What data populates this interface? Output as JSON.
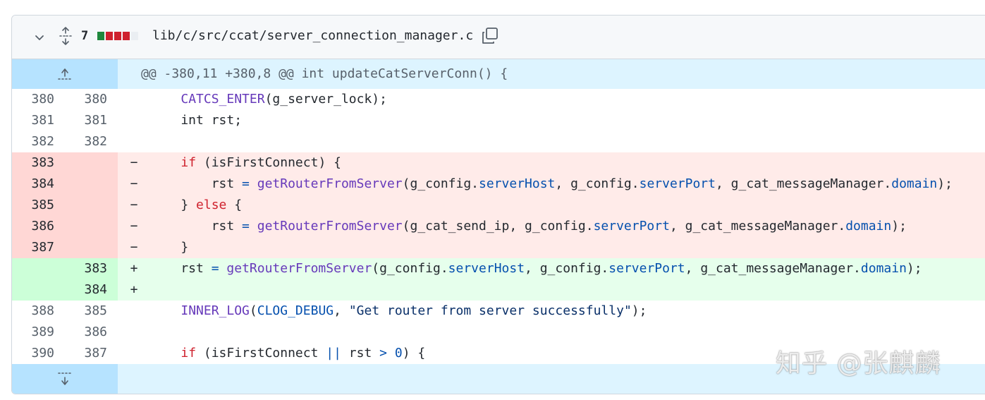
{
  "file": {
    "changes_count": "7",
    "path": "lib/c/src/ccat/server_connection_manager.c",
    "diffstat": [
      "green",
      "red",
      "red",
      "red",
      "gray"
    ]
  },
  "hunk_header": "@@ -380,11 +380,8 @@ int updateCatServerConn() {",
  "lines": [
    {
      "type": "ctx",
      "old": "380",
      "new": "380",
      "sign": "",
      "tokens": [
        [
          "plain",
          "    "
        ],
        [
          "macro",
          "CATCS_ENTER"
        ],
        [
          "plain",
          "(g_server_lock);"
        ]
      ]
    },
    {
      "type": "ctx",
      "old": "381",
      "new": "381",
      "sign": "",
      "tokens": [
        [
          "plain",
          "    int rst;"
        ]
      ]
    },
    {
      "type": "ctx",
      "old": "382",
      "new": "382",
      "sign": "",
      "tokens": []
    },
    {
      "type": "del",
      "old": "383",
      "new": "",
      "sign": "−",
      "tokens": [
        [
          "plain",
          "    "
        ],
        [
          "kw",
          "if"
        ],
        [
          "plain",
          " (isFirstConnect) {"
        ]
      ]
    },
    {
      "type": "del",
      "old": "384",
      "new": "",
      "sign": "−",
      "tokens": [
        [
          "plain",
          "        rst "
        ],
        [
          "op",
          "="
        ],
        [
          "plain",
          " "
        ],
        [
          "fn",
          "getRouterFromServer"
        ],
        [
          "plain",
          "(g_config."
        ],
        [
          "mem",
          "serverHost"
        ],
        [
          "plain",
          ", g_config."
        ],
        [
          "mem",
          "serverPort"
        ],
        [
          "plain",
          ", g_cat_messageManager."
        ],
        [
          "mem",
          "domain"
        ],
        [
          "plain",
          ");"
        ]
      ]
    },
    {
      "type": "del",
      "old": "385",
      "new": "",
      "sign": "−",
      "tokens": [
        [
          "plain",
          "    } "
        ],
        [
          "kw",
          "else"
        ],
        [
          "plain",
          " {"
        ]
      ]
    },
    {
      "type": "del",
      "old": "386",
      "new": "",
      "sign": "−",
      "tokens": [
        [
          "plain",
          "        rst "
        ],
        [
          "op",
          "="
        ],
        [
          "plain",
          " "
        ],
        [
          "fn",
          "getRouterFromServer"
        ],
        [
          "plain",
          "(g_cat_send_ip, g_config."
        ],
        [
          "mem",
          "serverPort"
        ],
        [
          "plain",
          ", g_cat_messageManager."
        ],
        [
          "mem",
          "domain"
        ],
        [
          "plain",
          ");"
        ]
      ]
    },
    {
      "type": "del",
      "old": "387",
      "new": "",
      "sign": "−",
      "tokens": [
        [
          "plain",
          "    }"
        ]
      ]
    },
    {
      "type": "add",
      "old": "",
      "new": "383",
      "sign": "+",
      "tokens": [
        [
          "plain",
          "    rst "
        ],
        [
          "op",
          "="
        ],
        [
          "plain",
          " "
        ],
        [
          "fn",
          "getRouterFromServer"
        ],
        [
          "plain",
          "(g_config."
        ],
        [
          "mem",
          "serverHost"
        ],
        [
          "plain",
          ", g_config."
        ],
        [
          "mem",
          "serverPort"
        ],
        [
          "plain",
          ", g_cat_messageManager."
        ],
        [
          "mem",
          "domain"
        ],
        [
          "plain",
          ");"
        ]
      ]
    },
    {
      "type": "add",
      "old": "",
      "new": "384",
      "sign": "+",
      "tokens": []
    },
    {
      "type": "ctx",
      "old": "388",
      "new": "385",
      "sign": "",
      "tokens": [
        [
          "plain",
          "    "
        ],
        [
          "macro",
          "INNER_LOG"
        ],
        [
          "plain",
          "("
        ],
        [
          "cst",
          "CLOG_DEBUG"
        ],
        [
          "plain",
          ", "
        ],
        [
          "str",
          "\"Get router from server successfully\""
        ],
        [
          "plain",
          ");"
        ]
      ]
    },
    {
      "type": "ctx",
      "old": "389",
      "new": "386",
      "sign": "",
      "tokens": []
    },
    {
      "type": "ctx",
      "old": "390",
      "new": "387",
      "sign": "",
      "tokens": [
        [
          "plain",
          "    "
        ],
        [
          "kw",
          "if"
        ],
        [
          "plain",
          " (isFirstConnect "
        ],
        [
          "op",
          "||"
        ],
        [
          "plain",
          " rst "
        ],
        [
          "op",
          ">"
        ],
        [
          "plain",
          " "
        ],
        [
          "cst",
          "0"
        ],
        [
          "plain",
          ") {"
        ]
      ]
    }
  ],
  "watermark": "知乎 @张麒麟",
  "icons": {
    "collapse": "chevron-down-icon",
    "expand_all": "unfold-icon",
    "copy": "copy-icon",
    "expand_up": "expand-up-icon",
    "expand_down": "expand-down-icon"
  },
  "colors": {
    "hunk_bg": "#ddf4ff",
    "hunk_gutter": "#b6e3ff",
    "del_bg": "#ffebe9",
    "del_gutter": "#ffd7d5",
    "add_bg": "#e6ffec",
    "add_gutter": "#ccffd8"
  }
}
